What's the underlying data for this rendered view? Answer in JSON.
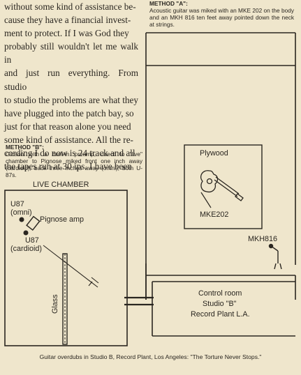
{
  "article": {
    "lines": [
      "without some kind of assistance be-",
      "cause they have a financial invest-",
      "ment to protect. If I was God they",
      "probably still wouldn't let me walk in",
      "and just run everything. From studio",
      "to studio the problems are what they",
      "have plugged into the patch bay, so",
      "just for that reason alone you need",
      "some kind of assistance. All the re-",
      "cording I do now is 24 track and all",
      "the tapes run at 30 ips. I have been"
    ]
  },
  "method_a": {
    "heading": "METHOD \"A\":",
    "text": "Acoustic guitar was miked with an MKE 202 on the body and an MKH 816 ten feet away pointed down the neck at strings."
  },
  "method_b": {
    "heading": "METHOD \"B\":",
    "text": "Gibson with a built-in preamp, direct to \"live\" chamber to Pignose miked front one inch away (cardioid), back three inches away (omni), both U-87s."
  },
  "diagram": {
    "live_chamber": "LIVE CHAMBER",
    "u87_top": "U87",
    "omni": "(omni)",
    "pignose_amp": "Pignose amp",
    "u87_bottom": "U87",
    "cardioid": "(cardioid)",
    "glass": "Glass",
    "plywood": "Plywood",
    "mke202": "MKE202",
    "mkh816": "MKH816",
    "control_room": "Control room",
    "studio": "Studio \"B\"",
    "record_plant": "Record Plant L.A."
  },
  "caption": "Guitar overdubs in Studio B, Record Plant, Los Angeles: \"The Torture Never Stops.\""
}
